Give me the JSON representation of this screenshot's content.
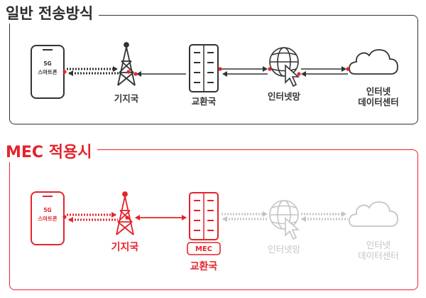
{
  "sections": {
    "general": {
      "title": "일반 전송방식",
      "phone": {
        "line1": "5G",
        "line2": "스마트폰"
      },
      "base_station_label": "기지국",
      "exchange_label": "교환국",
      "internet_label": "인터넷망",
      "datacenter_label": "인터넷\n데이터센터"
    },
    "mec": {
      "title": "MEC 적용시",
      "phone": {
        "line1": "5G",
        "line2": "스마트폰"
      },
      "base_station_label": "기지국",
      "mec_badge": "MEC",
      "exchange_label": "교환국",
      "internet_label": "인터넷망",
      "datacenter_label": "인터넷\n데이터센터"
    }
  },
  "colors": {
    "dark": "#333333",
    "accent_red": "#e4242c",
    "faded": "#c4c4c4",
    "border_top": "#333333",
    "border_bottom": "#e4242c"
  },
  "icons": [
    "smartphone-icon",
    "cell-tower-icon",
    "server-rack-icon",
    "globe-cursor-icon",
    "cloud-icon"
  ]
}
